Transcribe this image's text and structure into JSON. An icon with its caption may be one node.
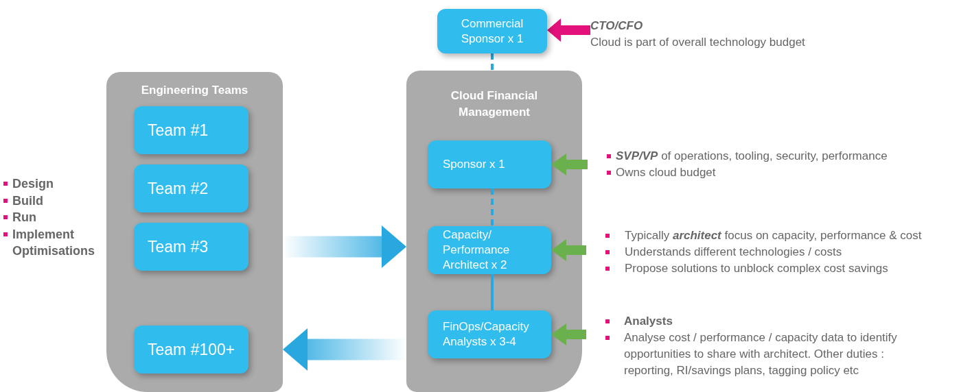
{
  "diagram": {
    "nodes": [
      {
        "text": [
          "Engineering Teams"
        ]
      },
      {
        "text": [
          "Team #1"
        ],
        "in": 0
      },
      {
        "text": [
          "Team #2"
        ],
        "in": 0
      },
      {
        "text": [
          "Team #3"
        ],
        "in": 0
      },
      {
        "text": [
          "Team #100+"
        ],
        "in": 0
      },
      {
        "text": [
          "Commercial Sponsor x 1"
        ]
      },
      {
        "text": [
          "Cloud Financial Management"
        ]
      },
      {
        "text": [
          "Sponsor x 1"
        ],
        "in": 6
      },
      {
        "text": [
          "Capacity/ Performance Architect x 2"
        ],
        "in": 6
      },
      {
        "text": [
          "FinOps/Capacity Analysts x 3-4"
        ],
        "in": 6
      },
      {
        "text": [
          "CTO/CFO",
          "Cloud is part of overall technology budget"
        ]
      },
      {
        "text": [
          "**SVP/VP** of operations, tooling, security, performance",
          "Owns cloud budget"
        ]
      },
      {
        "text": [
          "Typically **architect** focus on capacity, performance & cost",
          "Understands different technologies / costs",
          "Propose solutions to unblock complex cost savings"
        ]
      },
      {
        "text": [
          "Analysts",
          "Analyse cost / performance / capacity data to identify opportunities to share with architect. Other duties : reporting, RI/savings plans, tagging policy etc"
        ]
      }
    ],
    "edges": [
      {
        "from": 10,
        "to": 5,
        "arrow": "to",
        "color": "#e2127a"
      },
      {
        "from": 11,
        "to": 7,
        "arrow": "to"
      },
      {
        "from": 12,
        "to": 8,
        "arrow": "to"
      },
      {
        "from": 13,
        "to": 9,
        "arrow": "to"
      },
      {
        "from": 5,
        "to": 6,
        "arrow": "none",
        "style": "dashed",
        "color": "#29a8e0"
      },
      {
        "from": 7,
        "to": 8,
        "arrow": "none",
        "style": "dashed",
        "color": "#29a8e0"
      },
      {
        "from": 8,
        "to": 9,
        "arrow": "none",
        "color": "#29a8e0"
      },
      {
        "from": 0,
        "to": 6,
        "arrow": "to",
        "style": "thick",
        "color": "#29a8e0"
      },
      {
        "from": 6,
        "to": 0,
        "arrow": "to",
        "style": "thick",
        "color": "#29a8e0"
      }
    ],
    "labels": [
      "Design",
      "Build",
      "Run",
      "Implement Optimisations"
    ]
  }
}
